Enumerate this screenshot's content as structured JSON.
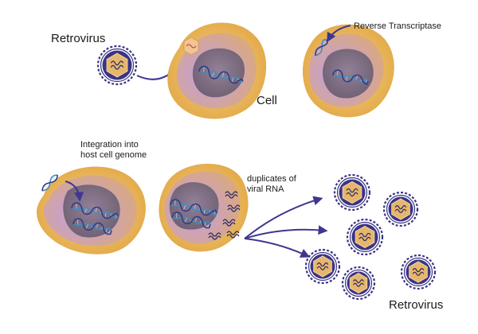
{
  "labels": {
    "retrovirus_top": "Retrovirus",
    "cell": "Cell",
    "reverse_transcriptase": "Reverse Transcriptase",
    "integration_line1": "Integration into",
    "integration_line2": "host cell genome",
    "duplicates_line1": "duplicates of",
    "duplicates_line2": "viral RNA",
    "retrovirus_bottom": "Retrovirus"
  },
  "colors": {
    "cell_outer": "#ecb958",
    "cytoplasm": "#c79aa9",
    "nucleus": "#7f6e80",
    "capsid": "#e6b66e",
    "virus_envelope": "#3a3484",
    "arrow": "#3e378f",
    "dna_strand_a": "#3f8fbf",
    "dna_strand_b": "#2c3f8c",
    "rna": "#2d2a5a"
  },
  "icons": [
    "retrovirus-particle-icon",
    "dna-helix-icon",
    "viral-rna-icon",
    "curved-arrow-icon"
  ]
}
